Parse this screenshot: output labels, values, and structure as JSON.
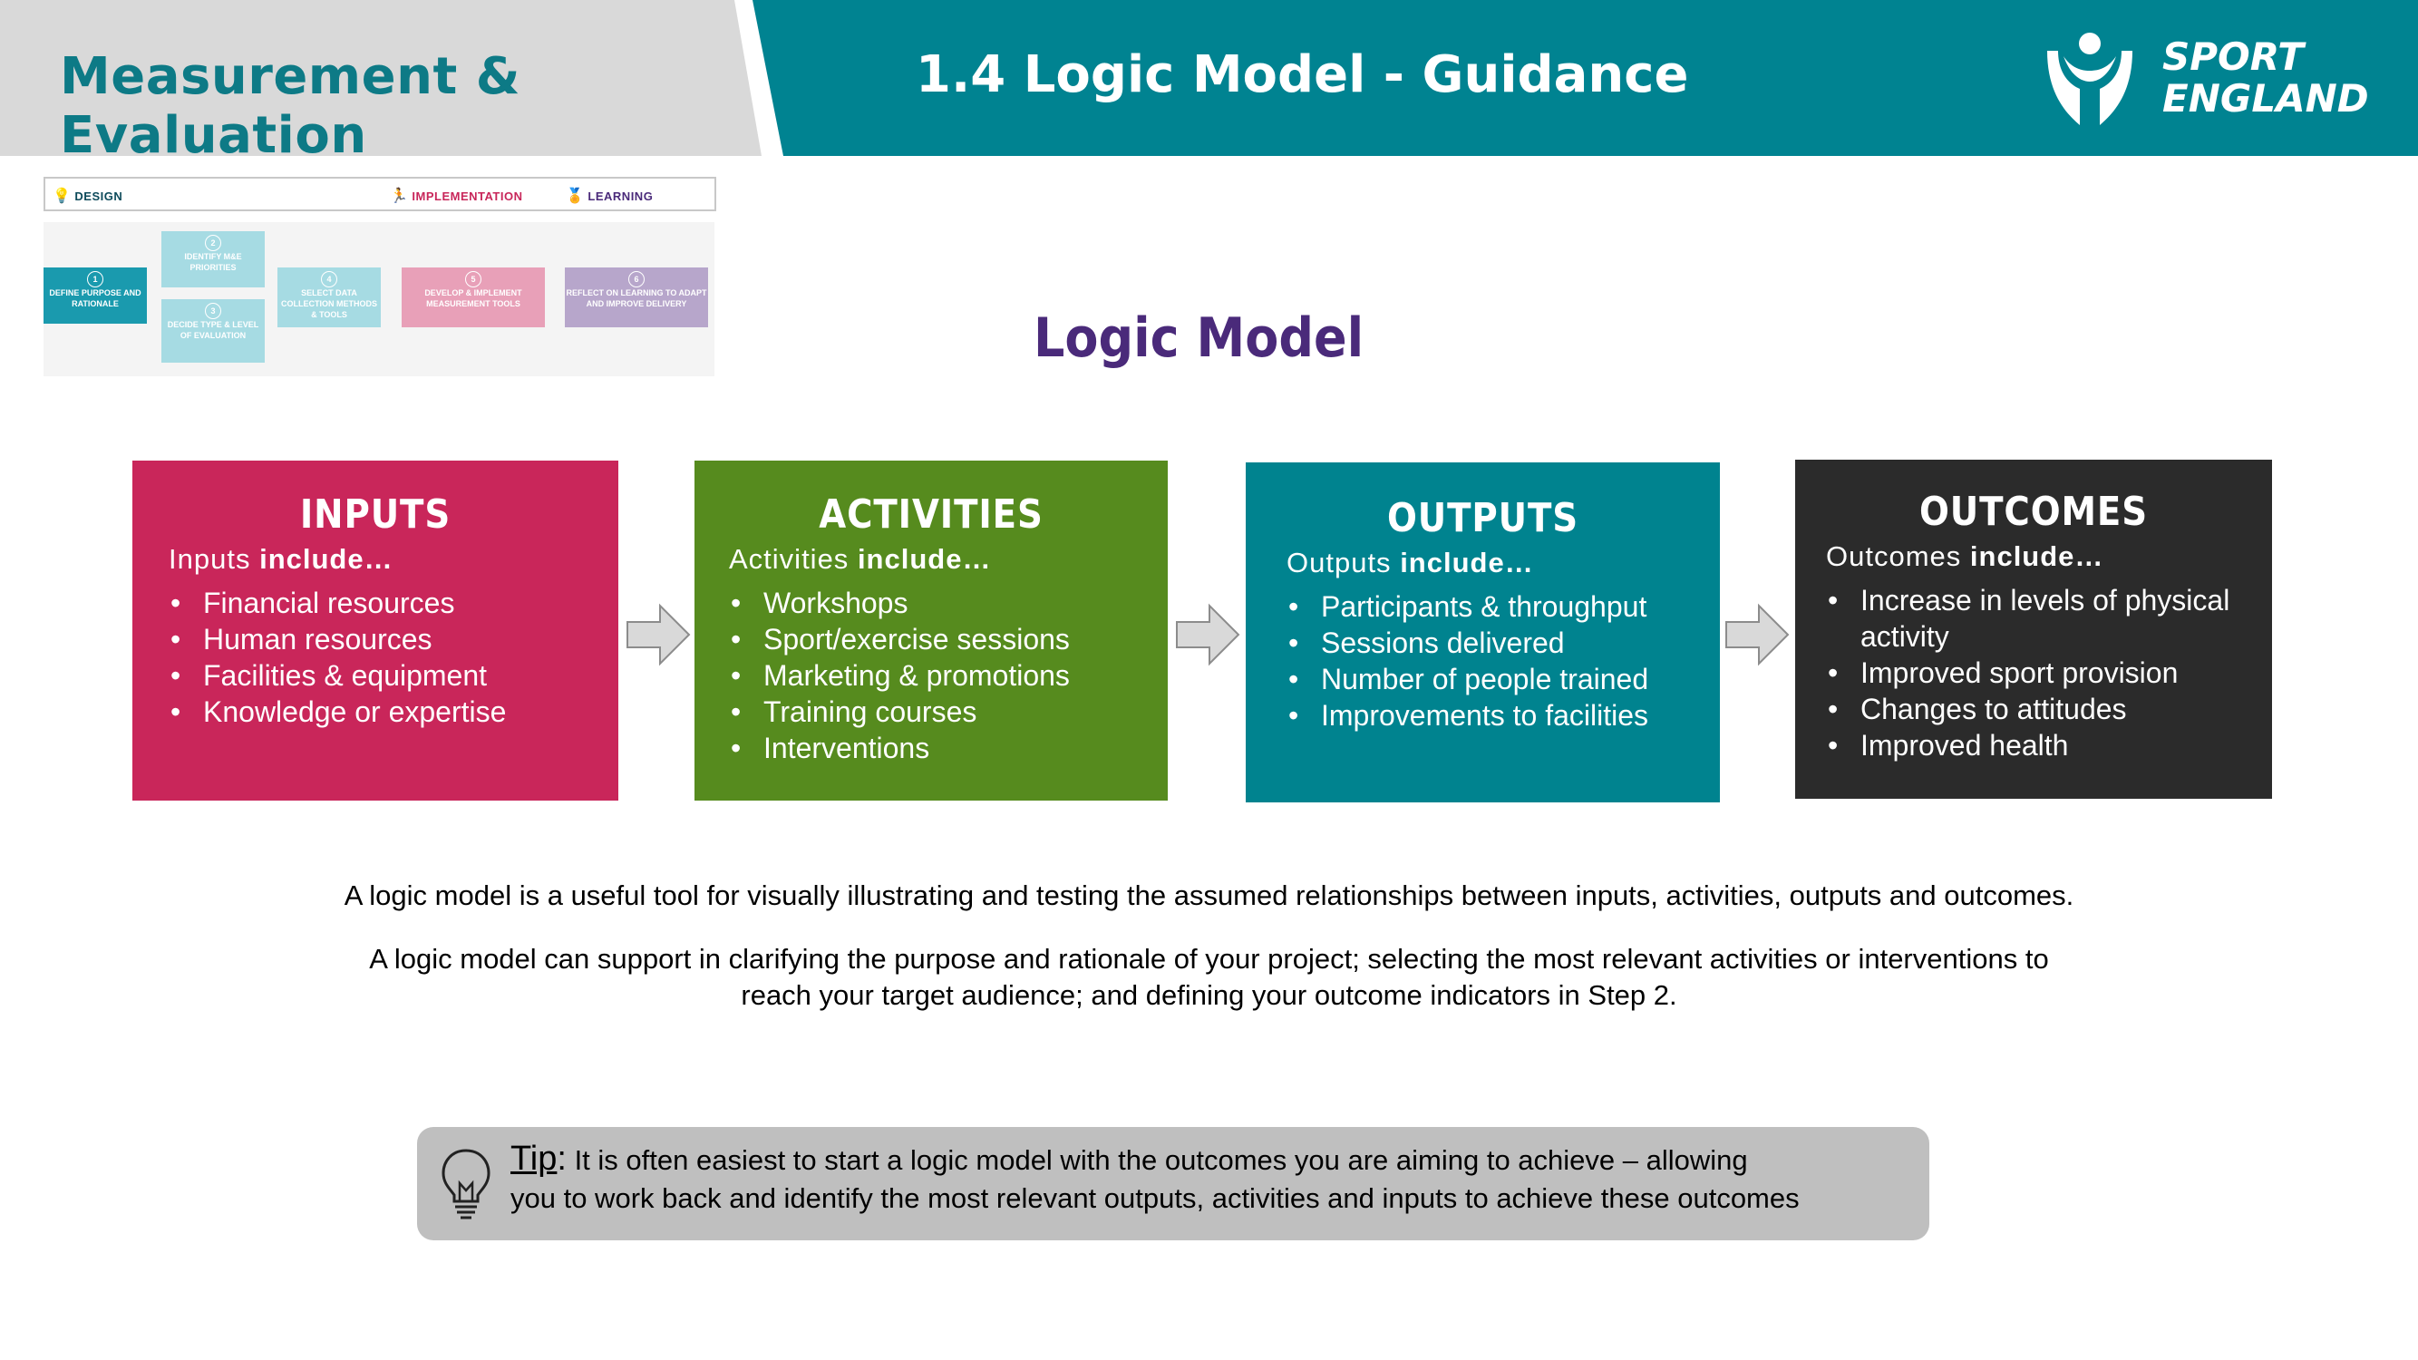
{
  "header": {
    "section_title": "Measurement & Evaluation",
    "page_title": "1.4 Logic Model - Guidance",
    "logo_line1": "SPORT",
    "logo_line2": "ENGLAND"
  },
  "process_strip": {
    "phases": [
      {
        "label": "DESIGN",
        "icon": "lightbulb-icon",
        "color": "#0d4a5a"
      },
      {
        "label": "IMPLEMENTATION",
        "icon": "runner-icon",
        "color": "#c8265a"
      },
      {
        "label": "LEARNING",
        "icon": "medal-icon",
        "color": "#4a2a7a"
      }
    ],
    "steps": [
      {
        "num": "1",
        "label": "DEFINE PURPOSE AND RATIONALE",
        "color": "#1a9aae"
      },
      {
        "num": "2",
        "label": "IDENTIFY M&E PRIORITIES",
        "color": "#a6dbe3"
      },
      {
        "num": "3",
        "label": "DECIDE TYPE & LEVEL OF EVALUATION",
        "color": "#a6dbe3"
      },
      {
        "num": "4",
        "label": "SELECT DATA COLLECTION METHODS & TOOLS",
        "color": "#a6dbe3"
      },
      {
        "num": "5",
        "label": "DEVELOP & IMPLEMENT MEASUREMENT TOOLS",
        "color": "#e8a0b8"
      },
      {
        "num": "6",
        "label": "REFLECT ON LEARNING TO ADAPT AND IMPROVE DELIVERY",
        "color": "#b7a6cb"
      }
    ]
  },
  "logic_model": {
    "title": "Logic Model",
    "boxes": [
      {
        "heading": "INPUTS",
        "sub_plain": "Inputs",
        "sub_bold": "include…",
        "color": "#c9265a",
        "items": [
          "Financial resources",
          "Human resources",
          "Facilities & equipment",
          "Knowledge or expertise"
        ]
      },
      {
        "heading": "ACTIVITIES",
        "sub_plain": "Activities",
        "sub_bold": "include…",
        "color": "#568b1e",
        "items": [
          "Workshops",
          "Sport/exercise sessions",
          "Marketing & promotions",
          "Training courses",
          "Interventions"
        ]
      },
      {
        "heading": "OUTPUTS",
        "sub_plain": "Outputs",
        "sub_bold": "include…",
        "color": "#00838f",
        "items": [
          "Participants & throughput",
          "Sessions delivered",
          "Number of people trained",
          "Improvements to facilities"
        ]
      },
      {
        "heading": "OUTCOMES",
        "sub_plain": "Outcomes",
        "sub_bold": "include…",
        "color": "#2b2b2b",
        "items": [
          "Increase in levels of physical activity",
          "Improved sport provision",
          "Changes to attitudes",
          "Improved health"
        ]
      }
    ]
  },
  "description": {
    "para1": "A logic model is a useful tool for visually illustrating and testing the assumed relationships between inputs, activities, outputs and outcomes.",
    "para2_line1": "A logic model can support in clarifying the purpose and rationale of your project; selecting the most relevant activities or interventions to",
    "para2_line2": "reach your target audience; and defining your outcome indicators in Step 2."
  },
  "tip": {
    "label": "Tip",
    "colon": ":",
    "line1": " It is often easiest to start a logic model with the outcomes you are aiming to achieve – allowing",
    "line2": "you to work back and identify the most relevant outputs, activities and inputs to achieve these outcomes"
  }
}
